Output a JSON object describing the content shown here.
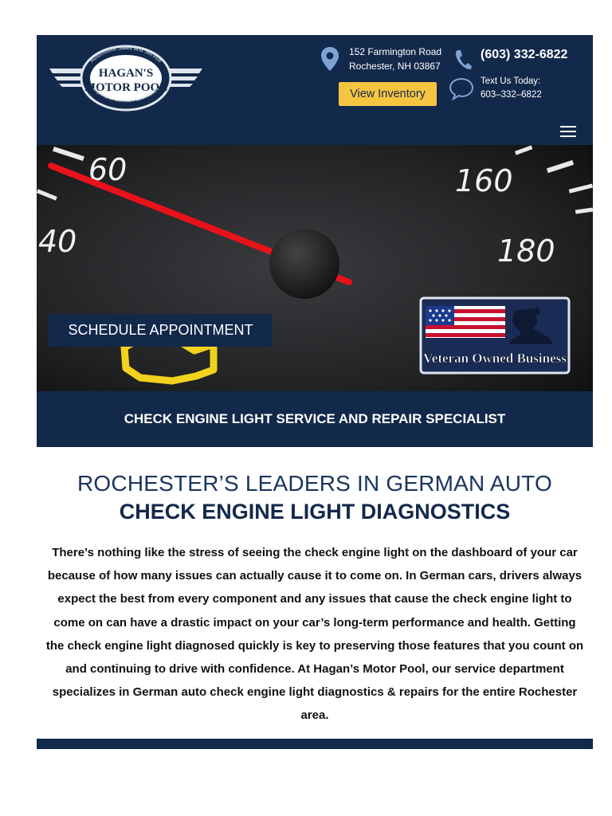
{
  "header": {
    "logo": {
      "top_arc": "Automotive Sales and Service",
      "name_line1": "HAGAN'S",
      "name_line2": "MOTOR POOL",
      "bottom_arc": "Experts In German Automobiles"
    },
    "address_line1": "152 Farmington Road",
    "address_line2": "Rochester, NH 03867",
    "phone": "(603) 332-6822",
    "view_inventory_label": "View Inventory",
    "text_us_label": "Text Us Today:",
    "text_us_number": "603–332–6822"
  },
  "hero": {
    "gauge_numbers": [
      "60",
      "40",
      "160",
      "180"
    ],
    "schedule_label": "SCHEDULE APPOINTMENT",
    "veteran_badge": "Veteran Owned Business"
  },
  "banner": {
    "title": "CHECK ENGINE LIGHT SERVICE AND REPAIR SPECIALIST"
  },
  "main": {
    "heading_line1": "ROCHESTER’S LEADERS IN GERMAN AUTO",
    "heading_line2": "CHECK ENGINE LIGHT DIAGNOSTICS",
    "body": "There’s nothing like the stress of seeing the check engine light on the dashboard of your car because of how many issues can actually cause it to come on. In German cars, drivers always expect the best from every component and any issues that cause the check engine light to come on can have a drastic impact on your car’s long-term performance and health. Getting the check engine light diagnosed quickly is key to preserving those features that you count on and continuing to drive with confidence. At Hagan’s Motor Pool, our service department specializes in German auto check engine light diagnostics & repairs for the entire Rochester area."
  },
  "colors": {
    "navy": "#13294b",
    "accent_yellow": "#f5c542",
    "needle_red": "#e8121b"
  },
  "icons": [
    "map-pin-icon",
    "phone-icon",
    "chat-bubble-icon",
    "hamburger-menu-icon",
    "check-engine-icon"
  ]
}
